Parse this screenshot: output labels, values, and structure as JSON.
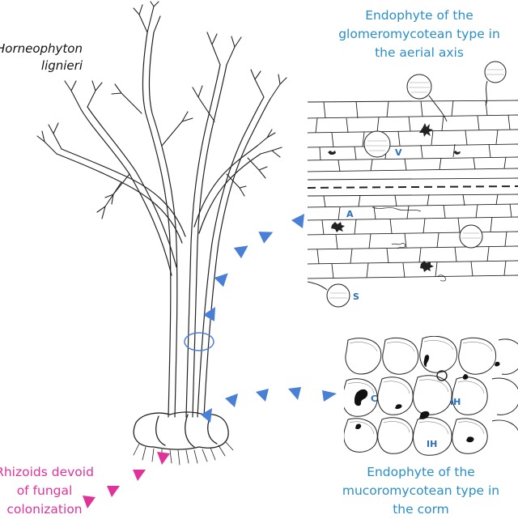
{
  "species": {
    "line1": "Horneophyton",
    "line2": "lignieri"
  },
  "aerial_caption": {
    "line1": "Endophyte of the",
    "line2": "glomeromycotean type in",
    "line3": "the aerial axis"
  },
  "corm_caption": {
    "line1": "Endophyte of the",
    "line2": "mucoromycotean type in",
    "line3": "the corm"
  },
  "rhizoid_caption": {
    "line1": "Rhizoids devoid",
    "line2": "of fungal",
    "line3": "colonization"
  },
  "aerial_labels": {
    "v": "V",
    "a": "A",
    "s": "S"
  },
  "corm_labels": {
    "c": "C",
    "ih1": "IH",
    "ih2": "IH"
  },
  "colors": {
    "blue_arrow": "#4a7fd6",
    "pink_arrow": "#e0339a",
    "caption_blue": "#2a8fc7",
    "caption_pink": "#e0339a",
    "line": "#222222"
  },
  "icons": {
    "arrowhead": "triangle",
    "selection": "ellipse"
  }
}
